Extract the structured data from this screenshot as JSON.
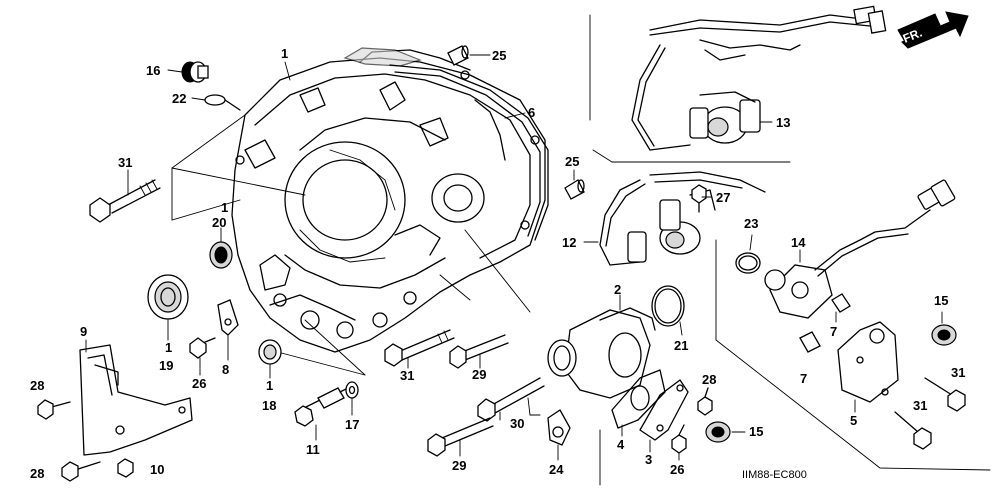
{
  "diagram_code": "IIM88-EC800",
  "front_marker": "FR.",
  "callouts": {
    "c1a": "1",
    "c1b": "1",
    "c1c": "1",
    "c1d": "1",
    "c2": "2",
    "c3": "3",
    "c4": "4",
    "c5": "5",
    "c6": "6",
    "c7a": "7",
    "c7b": "7",
    "c8": "8",
    "c9": "9",
    "c10": "10",
    "c11": "11",
    "c12": "12",
    "c13": "13",
    "c14": "14",
    "c15a": "15",
    "c15b": "15",
    "c16": "16",
    "c17": "17",
    "c18": "18",
    "c19": "19",
    "c20": "20",
    "c21": "21",
    "c22": "22",
    "c23": "23",
    "c24": "24",
    "c25a": "25",
    "c25b": "25",
    "c26": "26",
    "c27": "27",
    "c28a": "28",
    "c28b": "28",
    "c28c": "28",
    "c29a": "29",
    "c29b": "29",
    "c30": "30",
    "c31a": "31",
    "c31b": "31",
    "c31c": "31",
    "c31d": "31"
  }
}
